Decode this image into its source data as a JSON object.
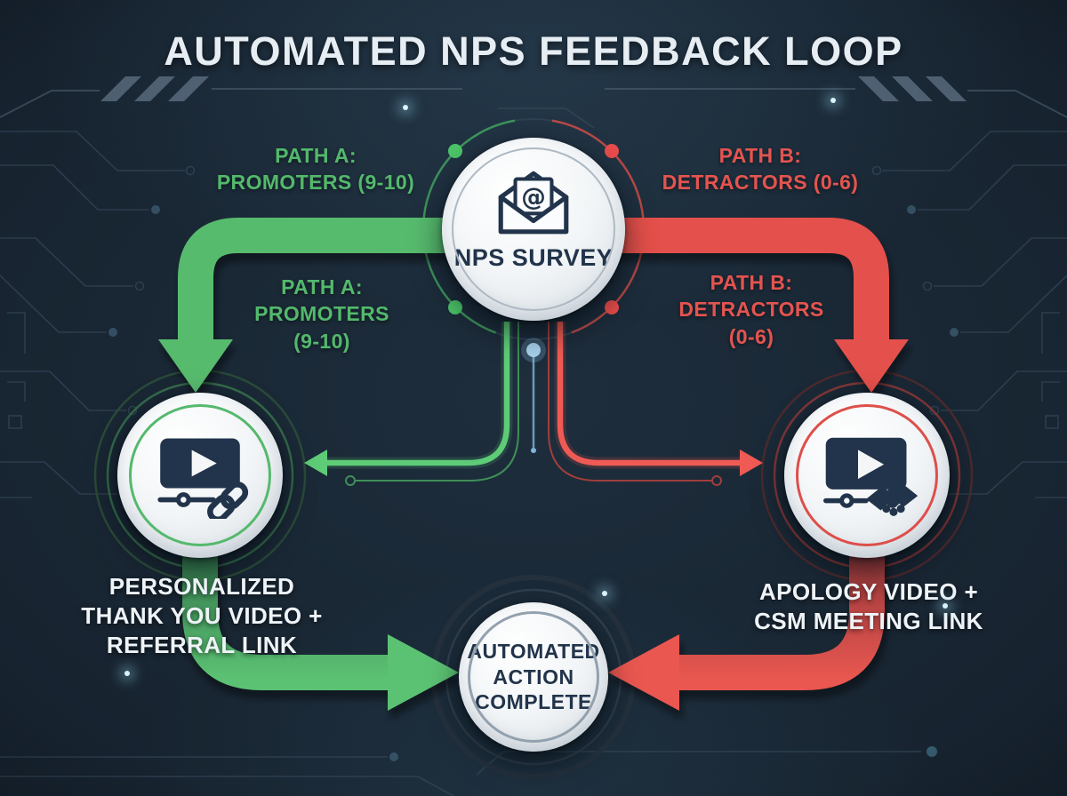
{
  "title": "AUTOMATED NPS FEEDBACK LOOP",
  "nodes": {
    "survey": {
      "lines": [
        "NPS",
        "SURVEY"
      ],
      "icon": "email-at-icon"
    },
    "promoter_action": {
      "lines": [
        "PERSONALIZED",
        "THANK YOU VIDEO +",
        "REFERRAL LINK"
      ],
      "icon": "video-link-icon"
    },
    "detractor_action": {
      "lines": [
        "APOLOGY VIDEO +",
        "CSM MEETING LINK"
      ],
      "icon": "video-handshake-icon"
    },
    "complete": {
      "lines": [
        "AUTOMATED",
        "ACTION",
        "COMPLETE"
      ]
    }
  },
  "path_labels": {
    "path_a_top": {
      "lines": [
        "PATH A:",
        "PROMOTERS (9-10)"
      ]
    },
    "path_b_top": {
      "lines": [
        "PATH B:",
        "DETRACTORS (0-6)"
      ]
    },
    "path_a_mid": {
      "lines": [
        "PATH A:",
        "PROMOTERS",
        "(9-10)"
      ]
    },
    "path_b_mid": {
      "lines": [
        "PATH B:",
        "DETRACTORS",
        "(0-6)"
      ]
    }
  },
  "colors": {
    "promoter_green": "#57bb6e",
    "detractor_red": "#e8534e",
    "background_navy": "#16222e",
    "node_fill": "#f3f5f7",
    "icon_navy": "#22344b",
    "light_text": "#eef3f8",
    "circuit_trace": "#3d5063",
    "glow_teal": "#aadcee"
  }
}
